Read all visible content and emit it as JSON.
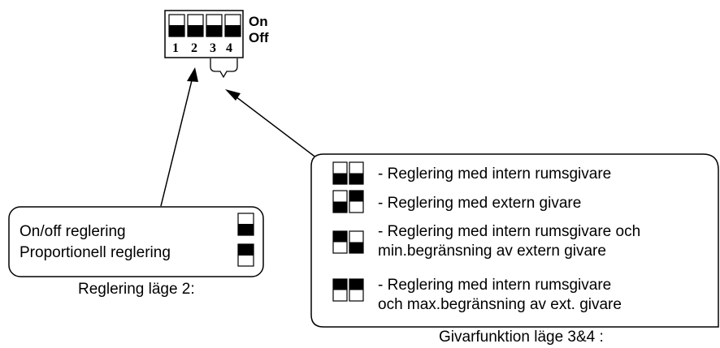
{
  "dip_switch": {
    "on_label": "On",
    "off_label": "Off",
    "numbers": [
      "1",
      "2",
      "3",
      "4"
    ]
  },
  "regulation_box": {
    "lines": [
      "On/off reglering",
      "Proportionell reglering"
    ],
    "caption": "Reglering läge 2:"
  },
  "sensor_box": {
    "rows": [
      {
        "text": [
          "- Reglering med intern rumsgivare"
        ],
        "switch3": "down",
        "switch4": "down"
      },
      {
        "text": [
          "- Reglering med extern givare"
        ],
        "switch3": "down",
        "switch4": "up"
      },
      {
        "text": [
          "- Reglering med intern rumsgivare och",
          "min.begränsning av extern givare"
        ],
        "switch3": "up",
        "switch4": "down"
      },
      {
        "text": [
          "- Reglering med intern rumsgivare",
          "  och max.begränsning av ext. givare"
        ],
        "switch3": "up",
        "switch4": "up"
      }
    ],
    "caption": "Givarfunktion läge 3&4 :"
  }
}
